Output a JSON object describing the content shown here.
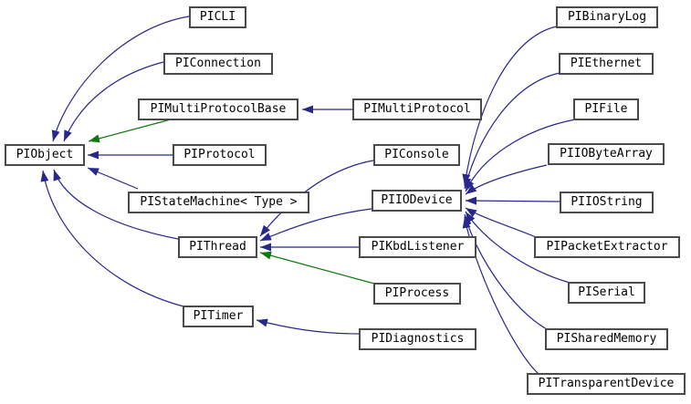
{
  "diagram": {
    "type": "class-inheritance-graph",
    "background": "#ffffff",
    "box_border_color": "#4a4a4a",
    "text_color": "#000000",
    "arrow_colors": {
      "blue": "#28288c",
      "green": "#0e7a0e"
    },
    "nodes": {
      "piobject": {
        "label": "PIObject"
      },
      "picli": {
        "label": "PICLI"
      },
      "piconnection": {
        "label": "PIConnection"
      },
      "pimultiprotocolbase": {
        "label": "PIMultiProtocolBase"
      },
      "pimultiprotocol": {
        "label": "PIMultiProtocol"
      },
      "piprotocol": {
        "label": "PIProtocol"
      },
      "pistatemachine": {
        "label": "PIStateMachine< Type >"
      },
      "pithread": {
        "label": "PIThread"
      },
      "pitimer": {
        "label": "PITimer"
      },
      "piconsole": {
        "label": "PIConsole"
      },
      "piiodevice": {
        "label": "PIIODevice"
      },
      "pikbdlistener": {
        "label": "PIKbdListener"
      },
      "piprocess": {
        "label": "PIProcess"
      },
      "pidiagnostics": {
        "label": "PIDiagnostics"
      },
      "pibinarylog": {
        "label": "PIBinaryLog"
      },
      "piethernet": {
        "label": "PIEthernet"
      },
      "pifile": {
        "label": "PIFile"
      },
      "piiobytearray": {
        "label": "PIIOByteArray"
      },
      "piiostring": {
        "label": "PIIOString"
      },
      "pipacketextractor": {
        "label": "PIPacketExtractor"
      },
      "piserial": {
        "label": "PISerial"
      },
      "pisharedmemory": {
        "label": "PISharedMemory"
      },
      "pitransparentdevice": {
        "label": "PITransparentDevice"
      }
    },
    "edges": [
      {
        "from": "PICLI",
        "to": "PIObject",
        "color": "blue"
      },
      {
        "from": "PIConnection",
        "to": "PIObject",
        "color": "blue"
      },
      {
        "from": "PIMultiProtocolBase",
        "to": "PIObject",
        "color": "green"
      },
      {
        "from": "PIProtocol",
        "to": "PIObject",
        "color": "blue"
      },
      {
        "from": "PIStateMachine< Type >",
        "to": "PIObject",
        "color": "blue"
      },
      {
        "from": "PIThread",
        "to": "PIObject",
        "color": "blue"
      },
      {
        "from": "PITimer",
        "to": "PIObject",
        "color": "blue"
      },
      {
        "from": "PIMultiProtocol",
        "to": "PIMultiProtocolBase",
        "color": "blue"
      },
      {
        "from": "PIConsole",
        "to": "PIThread",
        "color": "blue"
      },
      {
        "from": "PIIODevice",
        "to": "PIThread",
        "color": "blue"
      },
      {
        "from": "PIKbdListener",
        "to": "PIThread",
        "color": "blue"
      },
      {
        "from": "PIProcess",
        "to": "PIThread",
        "color": "green"
      },
      {
        "from": "PIDiagnostics",
        "to": "PITimer",
        "color": "blue"
      },
      {
        "from": "PIBinaryLog",
        "to": "PIIODevice",
        "color": "blue"
      },
      {
        "from": "PIEthernet",
        "to": "PIIODevice",
        "color": "blue"
      },
      {
        "from": "PIFile",
        "to": "PIIODevice",
        "color": "blue"
      },
      {
        "from": "PIIOByteArray",
        "to": "PIIODevice",
        "color": "blue"
      },
      {
        "from": "PIIOString",
        "to": "PIIODevice",
        "color": "blue"
      },
      {
        "from": "PIPacketExtractor",
        "to": "PIIODevice",
        "color": "blue"
      },
      {
        "from": "PISerial",
        "to": "PIIODevice",
        "color": "blue"
      },
      {
        "from": "PISharedMemory",
        "to": "PIIODevice",
        "color": "blue"
      },
      {
        "from": "PITransparentDevice",
        "to": "PIIODevice",
        "color": "blue"
      }
    ]
  }
}
